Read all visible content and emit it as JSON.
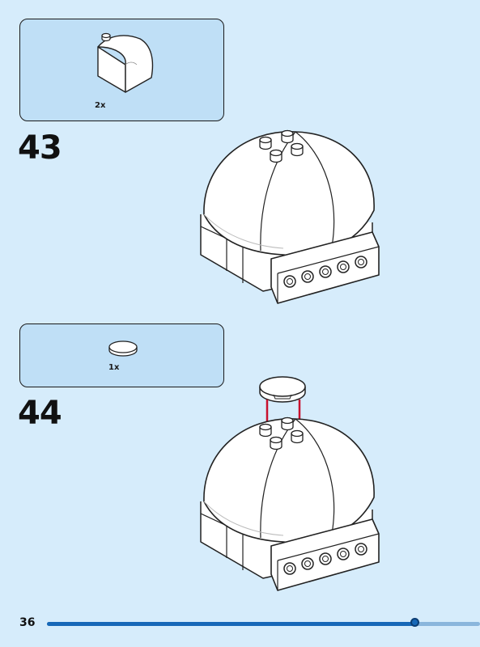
{
  "steps": [
    {
      "number": "43",
      "parts": [
        {
          "name": "curved-slope-brick",
          "quantity": "2x",
          "color": "#ffffff"
        }
      ]
    },
    {
      "number": "44",
      "parts": [
        {
          "name": "round-tile",
          "quantity": "1x",
          "color": "#ffffff"
        }
      ]
    }
  ],
  "page": {
    "number": "36",
    "progress": 0.85
  },
  "colors": {
    "background": "#d6ecfb",
    "parts_box": "#bfdff6",
    "progress": "#1768b7",
    "arrow": "#c8102e"
  }
}
